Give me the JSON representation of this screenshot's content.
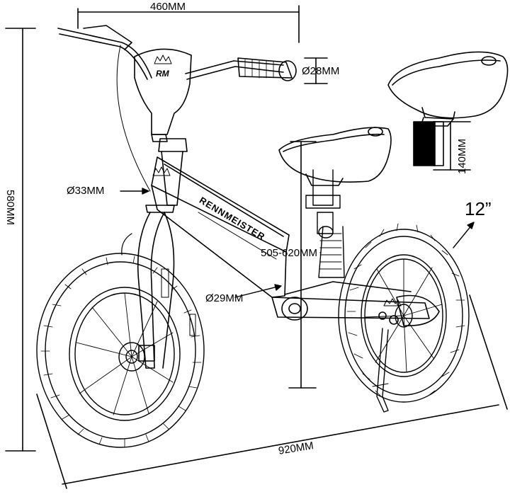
{
  "dimensions": {
    "handlebar_width": "460MM",
    "grip_diameter": "Ø28MM",
    "total_height": "580MM",
    "frame_tube_diameter": "Ø33MM",
    "seat_height_range": "505-620MM",
    "axle_diameter": "Ø29MM",
    "wheel_size": "12”",
    "seatpost_length": "140MM",
    "wheelbase_length": "920MM"
  },
  "branding": {
    "frame_logo": "RENNMEISTER",
    "headtube_badge": "RM"
  },
  "colors": {
    "line": "#000000",
    "background": "#ffffff"
  }
}
